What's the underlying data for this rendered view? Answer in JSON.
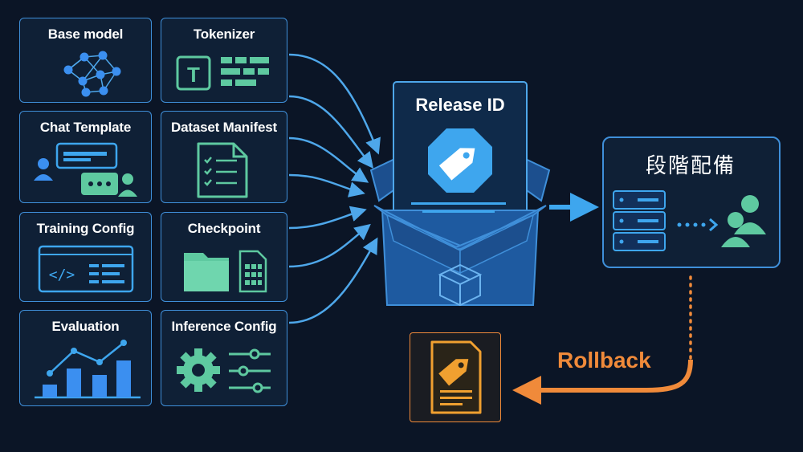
{
  "components": [
    {
      "id": "base_model",
      "label": "Base model",
      "icon": "neural-network-icon"
    },
    {
      "id": "tokenizer",
      "label": "Tokenizer",
      "icon": "text-token-icon"
    },
    {
      "id": "chat_template",
      "label": "Chat Template",
      "icon": "chat-bubbles-icon"
    },
    {
      "id": "dataset_manifest",
      "label": "Dataset Manifest",
      "icon": "checklist-document-icon"
    },
    {
      "id": "training_config",
      "label": "Training Config",
      "icon": "code-window-icon"
    },
    {
      "id": "checkpoint",
      "label": "Checkpoint",
      "icon": "folder-file-icon"
    },
    {
      "id": "evaluation",
      "label": "Evaluation",
      "icon": "bar-line-chart-icon"
    },
    {
      "id": "inference_config",
      "label": "Inference Config",
      "icon": "gear-sliders-icon"
    }
  ],
  "release": {
    "title": "Release ID",
    "icon": "tag-icon"
  },
  "deploy": {
    "title": "段階配備",
    "icon": "servers-to-users-icon"
  },
  "previous_release": {
    "icon": "tagged-document-icon"
  },
  "rollback": {
    "label": "Rollback"
  },
  "colors": {
    "background": "#0b1526",
    "accent_blue": "#3f8fd9",
    "mint": "#5ec9a0",
    "rollback_orange": "#f08a3a"
  }
}
